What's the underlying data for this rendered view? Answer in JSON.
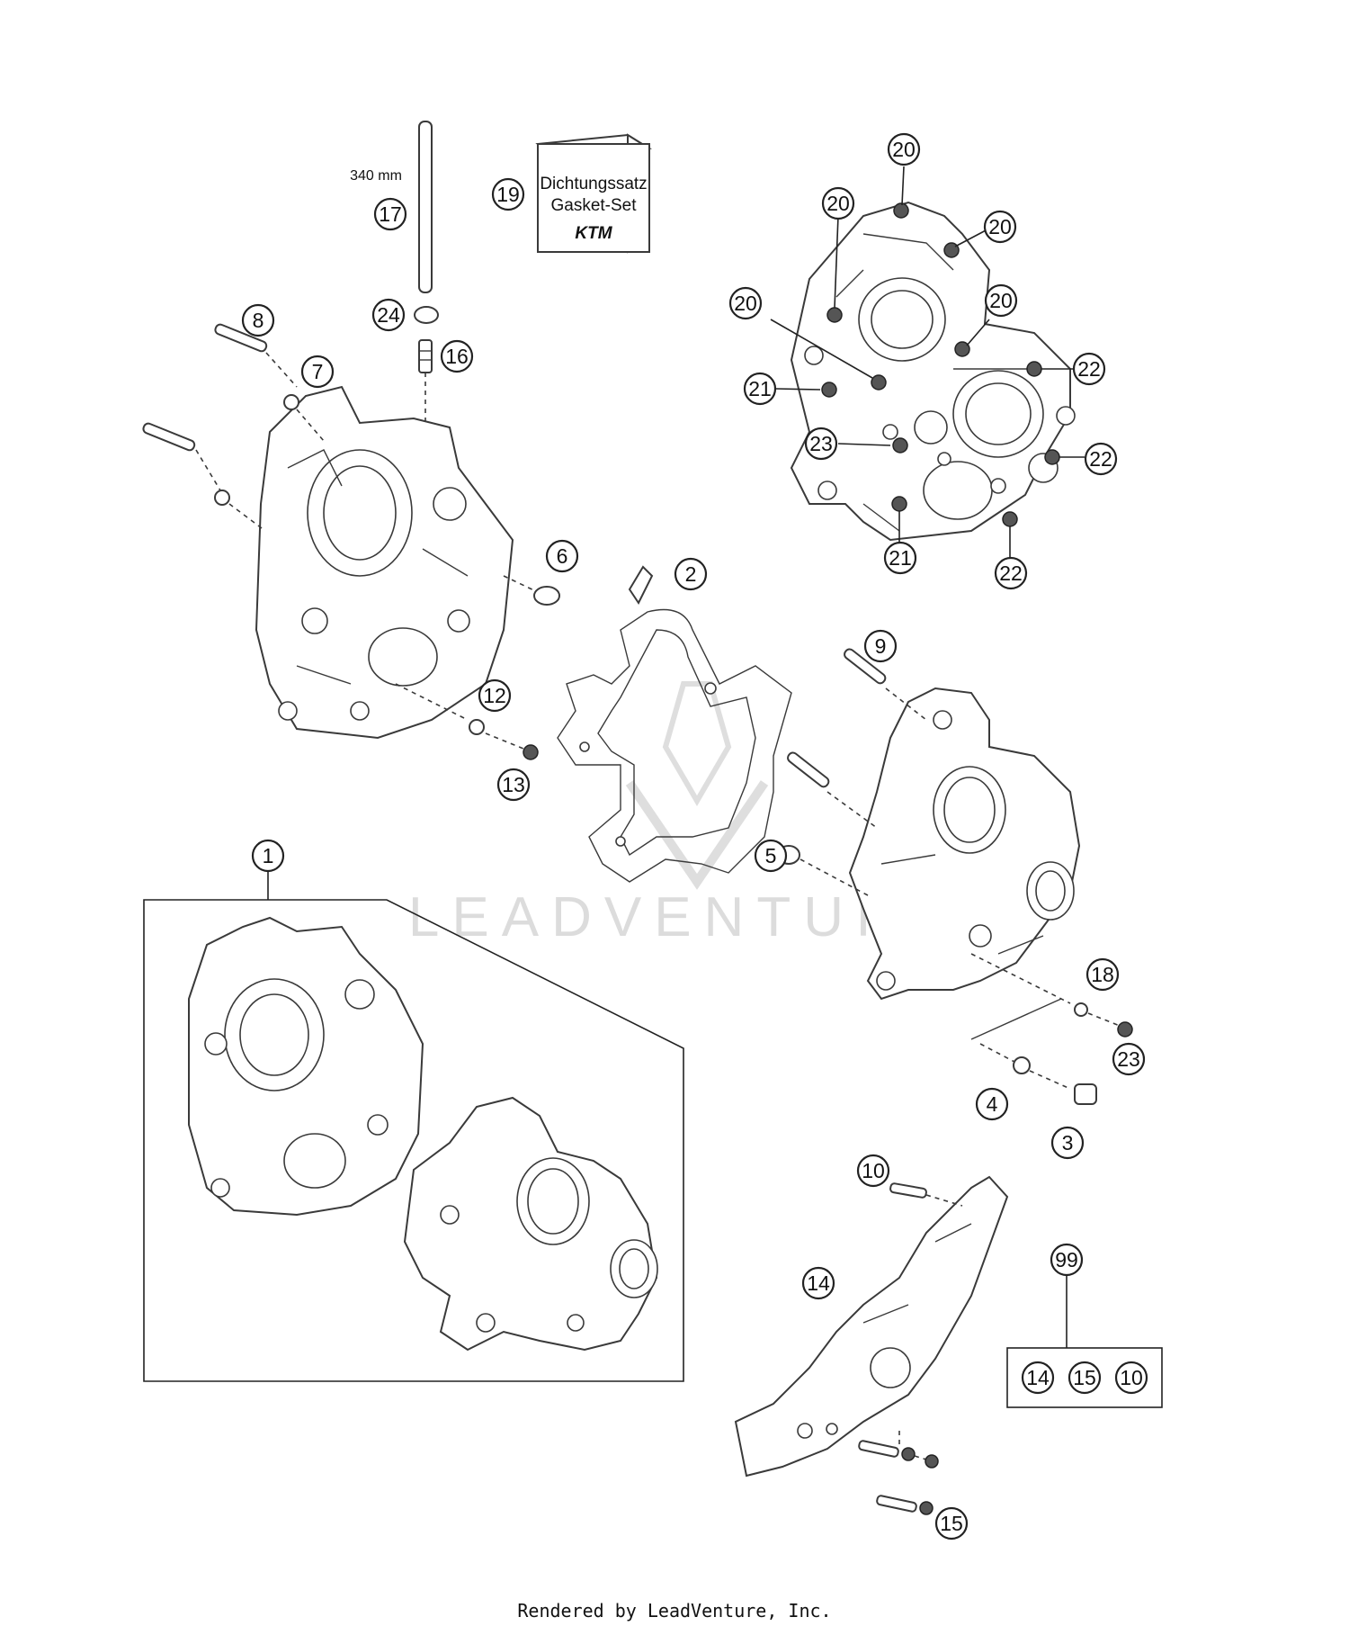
{
  "callouts": [
    "1",
    "2",
    "3",
    "4",
    "5",
    "6",
    "7",
    "8",
    "9",
    "10",
    "12",
    "13",
    "14",
    "15",
    "16",
    "17",
    "18",
    "19",
    "20",
    "21",
    "22",
    "23",
    "24",
    "99"
  ],
  "kit": {
    "label": "99",
    "items": [
      "14",
      "15",
      "10"
    ]
  },
  "gasket_box": {
    "line1": "Dichtungssatz",
    "line2": "Gasket-Set",
    "brand": "KTM"
  },
  "dimension_label": "340 mm",
  "watermark": "LEADVENTURE",
  "footer": "Rendered by LeadVenture, Inc."
}
